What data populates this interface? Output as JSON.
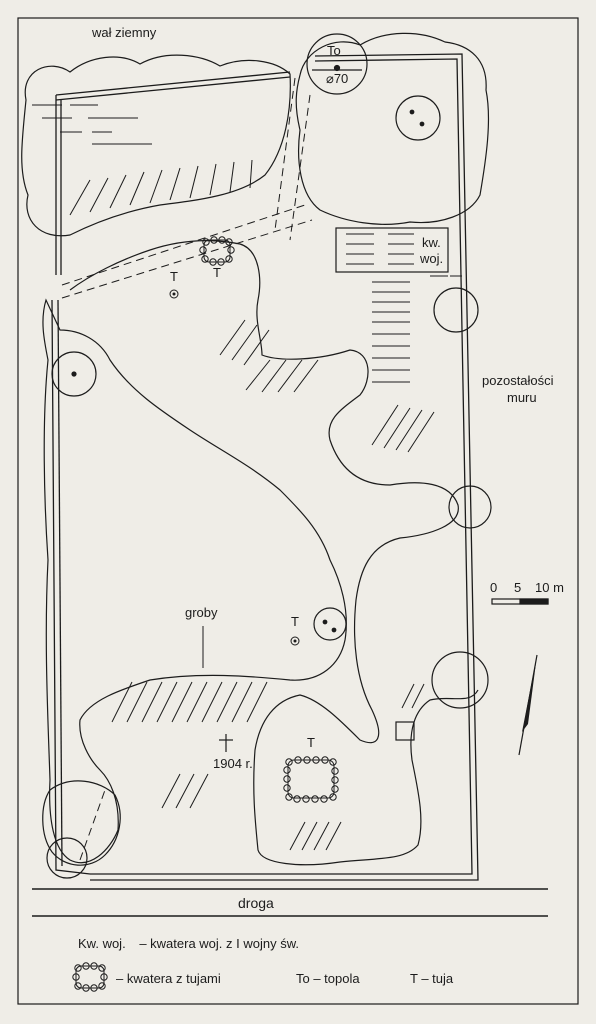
{
  "labels": {
    "earth_rampart": "wał ziemny",
    "poplar_code": "To",
    "poplar_diameter": "⌀70",
    "war_quarter_line1": "kw.",
    "war_quarter_line2": "woj.",
    "wall_remains_line1": "pozostałości",
    "wall_remains_line2": "muru",
    "graves": "groby",
    "year": "1904 r.",
    "road": "droga",
    "thuja_symbol": "T",
    "scale_0": "0",
    "scale_5": "5",
    "scale_10": "10 m"
  },
  "legend": {
    "war_quarter_abbr": "Kw. woj.",
    "war_quarter_desc": "– kwatera woj. z I wojny św.",
    "thuja_quarter_desc": "– kwatera z tujami",
    "poplar_key": "To – topola",
    "thuja_key": "T – tuja"
  },
  "colors": {
    "ink": "#1c1c1c",
    "paper": "#efede7"
  }
}
